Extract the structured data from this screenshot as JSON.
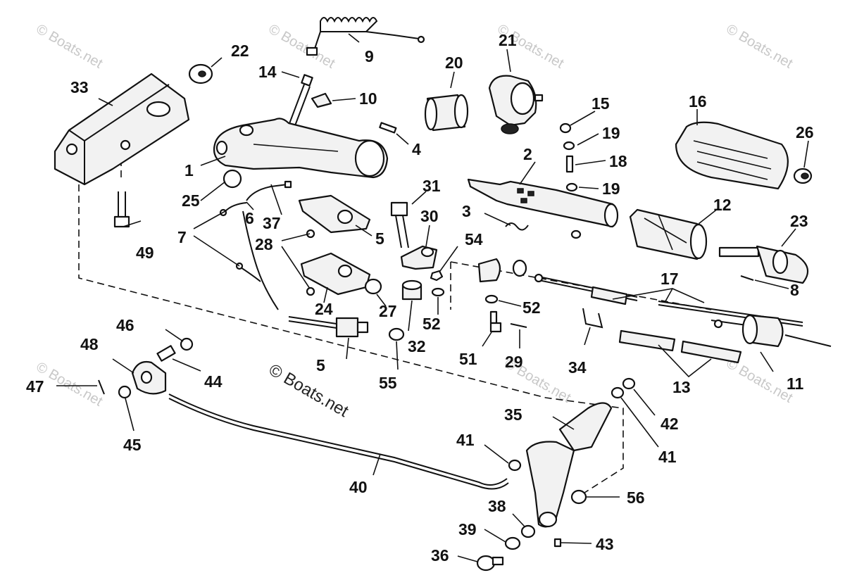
{
  "watermark": {
    "brand_text": "© Boats.net",
    "center_text": "© Boats.net"
  },
  "callouts": {
    "p1": "1",
    "p2": "2",
    "p3": "3",
    "p4": "4",
    "p5a": "5",
    "p5b": "5",
    "p6": "6",
    "p7": "7",
    "p8": "8",
    "p9": "9",
    "p10": "10",
    "p11": "11",
    "p12": "12",
    "p13": "13",
    "p14": "14",
    "p15": "15",
    "p16": "16",
    "p17": "17",
    "p18": "18",
    "p19a": "19",
    "p19b": "19",
    "p20": "20",
    "p21": "21",
    "p22": "22",
    "p23": "23",
    "p24": "24",
    "p25": "25",
    "p26": "26",
    "p27": "27",
    "p28": "28",
    "p29": "29",
    "p30": "30",
    "p31": "31",
    "p32": "32",
    "p33": "33",
    "p34": "34",
    "p35": "35",
    "p36": "36",
    "p37": "37",
    "p38": "38",
    "p39": "39",
    "p40": "40",
    "p41a": "41",
    "p41b": "41",
    "p42": "42",
    "p43": "43",
    "p44": "44",
    "p45": "45",
    "p46": "46",
    "p47": "47",
    "p48": "48",
    "p49": "49",
    "p51": "51",
    "p52a": "52",
    "p52b": "52",
    "p54": "54",
    "p55": "55",
    "p56": "56"
  }
}
